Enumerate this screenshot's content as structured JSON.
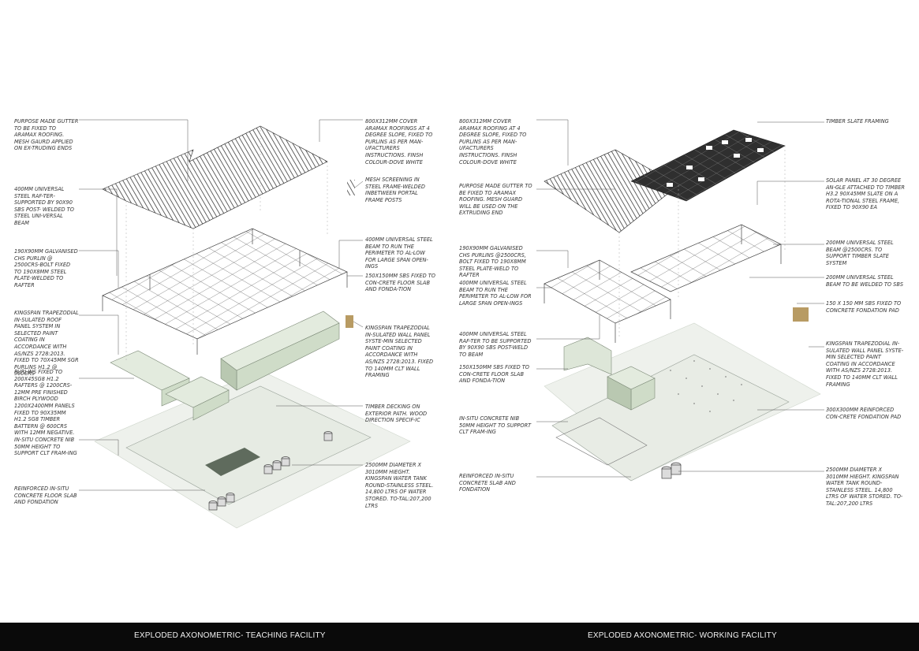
{
  "colors": {
    "background": "#ffffff",
    "slab": "#eef1ec",
    "wall_panel": "#cfdcc8",
    "footer": "#0a0a0a",
    "footer_text": "#f2f2f2",
    "solar": "#2f2f2f"
  },
  "teaching": {
    "title": "EXPLODED AXONOMETRIC- TEACHING FACILITY",
    "notes": {
      "gutter": "PURPOSE MADE GUTTER TO BE FIXED TO ARAMAX ROOFING. MESH GAURD APPLIED ON EX-TRUDING ENDS",
      "rafter": "400mm UNIVERSAL STEEL RAF-TER-SUPPORTED BY 90x90 SBS POST- WELDED TO STEEL UNI-VERSAL BEAM",
      "purlin": "190x90mm GALVANISED CHS PURLIN @ 2500crs-BOLT FIXED TO 190x8mm STEEL PLATE-WELDED TO RAFTER",
      "kingspan_roof": "KINGSPAN TRAPEZODIAL IN-SULATED ROOF PANEL SYSTEM IN SELECTED PAINT COATING IN ACCORDANCE WITH AS/NZS 2728:2013. FIXED TO 70x45mm SGR PURLINS h1.2 @ 900CRS",
      "purlins_fixed": "PURLINS FIXED TO 200x45SG8 h1.2 RAFTERS @ 1200crs- 12mm PRE FINISHED BIRCH PLYWOOD 1200x2400mm PANELS FIXED TO 90x35mm H1.2 SG8 TIMBER BATTERN @ 600CRS with 12mm NEGATIVE.",
      "nib": "IN-SITU CONCRETE NIB 50mm HEIGHT TO SUPPORT CLT FRAM-ING",
      "slab": "Reinforced IN-SITU CONCRETE FLOOR SLAB AND FONDATION",
      "cover": "800x312mm COVER ARAMAX ROOFINGS AT 4 DEGREE SLOPE, FIXED TO PURLINS AS PER MAN-UFACTURERS INSTRUCTIONS. FINSH COLOUR-DOVE WHITE",
      "mesh": "MESH SCREENING IN STEEL FRAME-WELDED INBETWEEN PORTAL FRAME POSTS",
      "beam": "400mm UNIVERSAL STEEL BEAM TO RUN THE PERIMETER TO AL-LOW FOR LARGE SPAN OPEN-INGS",
      "sbs": "150x150mm SBS FIXED TO CON-CRETE FLOOR SLAB AND FONDA-TION",
      "kingspan_wall": "KINGSPAN TRAPEZODIAL IN-SULATED WALL PANEL SYSTE-MIN SELECTED PAINT COATING IN ACCORDANCE WITH AS/NZS 2728:2013. FIXED TO 140mm CLT WALL FRAMING",
      "decking": "TIMBER DECKING ON EXTERIOR PATH. WOOD DIRECTION SPECIF-IC",
      "tank": "2500mm DIAMETER x 3010mm HIEGHT. KINGSPAN WATER TANK ROUND-STAINLESS STEEL. 14,800 LTRS OF WATER STORED. TO-TAL:207,200 LTRS"
    }
  },
  "working": {
    "title": "EXPLODED AXONOMETRIC- WORKING FACILITY",
    "notes": {
      "cover": "800x312mm COVER ARAMAX ROOFING AT 4 DEGREE SLOPE, FIXED TO PURLINS AS PER MAN-UFACTURERS INSTRUCTIONS. FINSH COLOUR-DOVE WHITE",
      "gutter": "PURPOSE MADE GUTTER TO BE FIXED TO ARAMAX ROOFING. MESH GUARD WILL BE USED ON THE EXTRUDING END",
      "purlins": "190X90mm GALVANISED CHS PURLINS @2500CRS, BOLT FIXED TO 190X8mm STEEL PLATE-WELD TO RAFTER",
      "beam_perimeter": "400mm UNIVERSAL STEEL BEAM TO RUN THE PERIMETER TO AL-LOW FOR LARGE SPAN OPEN-INGS",
      "rafter": "400mm UNIVERSAL STEEL RAF-TER TO BE SUPPORTED BY 90X90 SBS POST-WELD TO BEAM",
      "sbs_slab": "150X150MM SBS FIXED TO CON-CRETE FLOOR SLAB AND FONDA-TION",
      "nib": "IN-SITU CONCRETE NIB 50mm HEIGHT TO SUPPORT CLT FRAM-ING",
      "slab": "REINFORCED IN-SITU CONCRETE SLAB AND FONDATION",
      "timber": "TIMBER SLATE FRAMING",
      "solar": "SOLAR PANEL AT 30 DEGREE AN-GLE ATTACHED TO TIMBER H3.2 90X45mm SLATE ON A ROTA-TIONAL STEEL FRAME, FIXED TO 90x90 EA",
      "beam_200": "200mm UNIVERSAL STEEL BEAM @2500crs. TO SUPPORT TIMBER SLATE SYSTEM",
      "beam_weld": "200mm UNIVERSAL STEEL BEAM TO BE WELDED TO SBS",
      "sbs_pad": "150 X 150 mm SBS FIXED TO CONCRETE FONDATION PAD",
      "kingspan_wall": "KINGSPAN TRAPEZODIAL IN-SULATED WALL PANEL SYSTE-MIN SELECTED PAINT COATING IN ACCORDANCE WITH AS/NZS 2728:2013. FIXED TO 140mm CLT WALL FRAMING",
      "pad": "300X300mm REINFORCED CON-CRETE FONDATION PAD",
      "tank": "2500mm DIAMETER x 3010mm HIEGHT. KINGSPAN WATER TANK ROUND-STAINLESS STEEL. 14,800 LTRS OF WATER STORED. TO-TAL:207,200 LTRS"
    }
  }
}
